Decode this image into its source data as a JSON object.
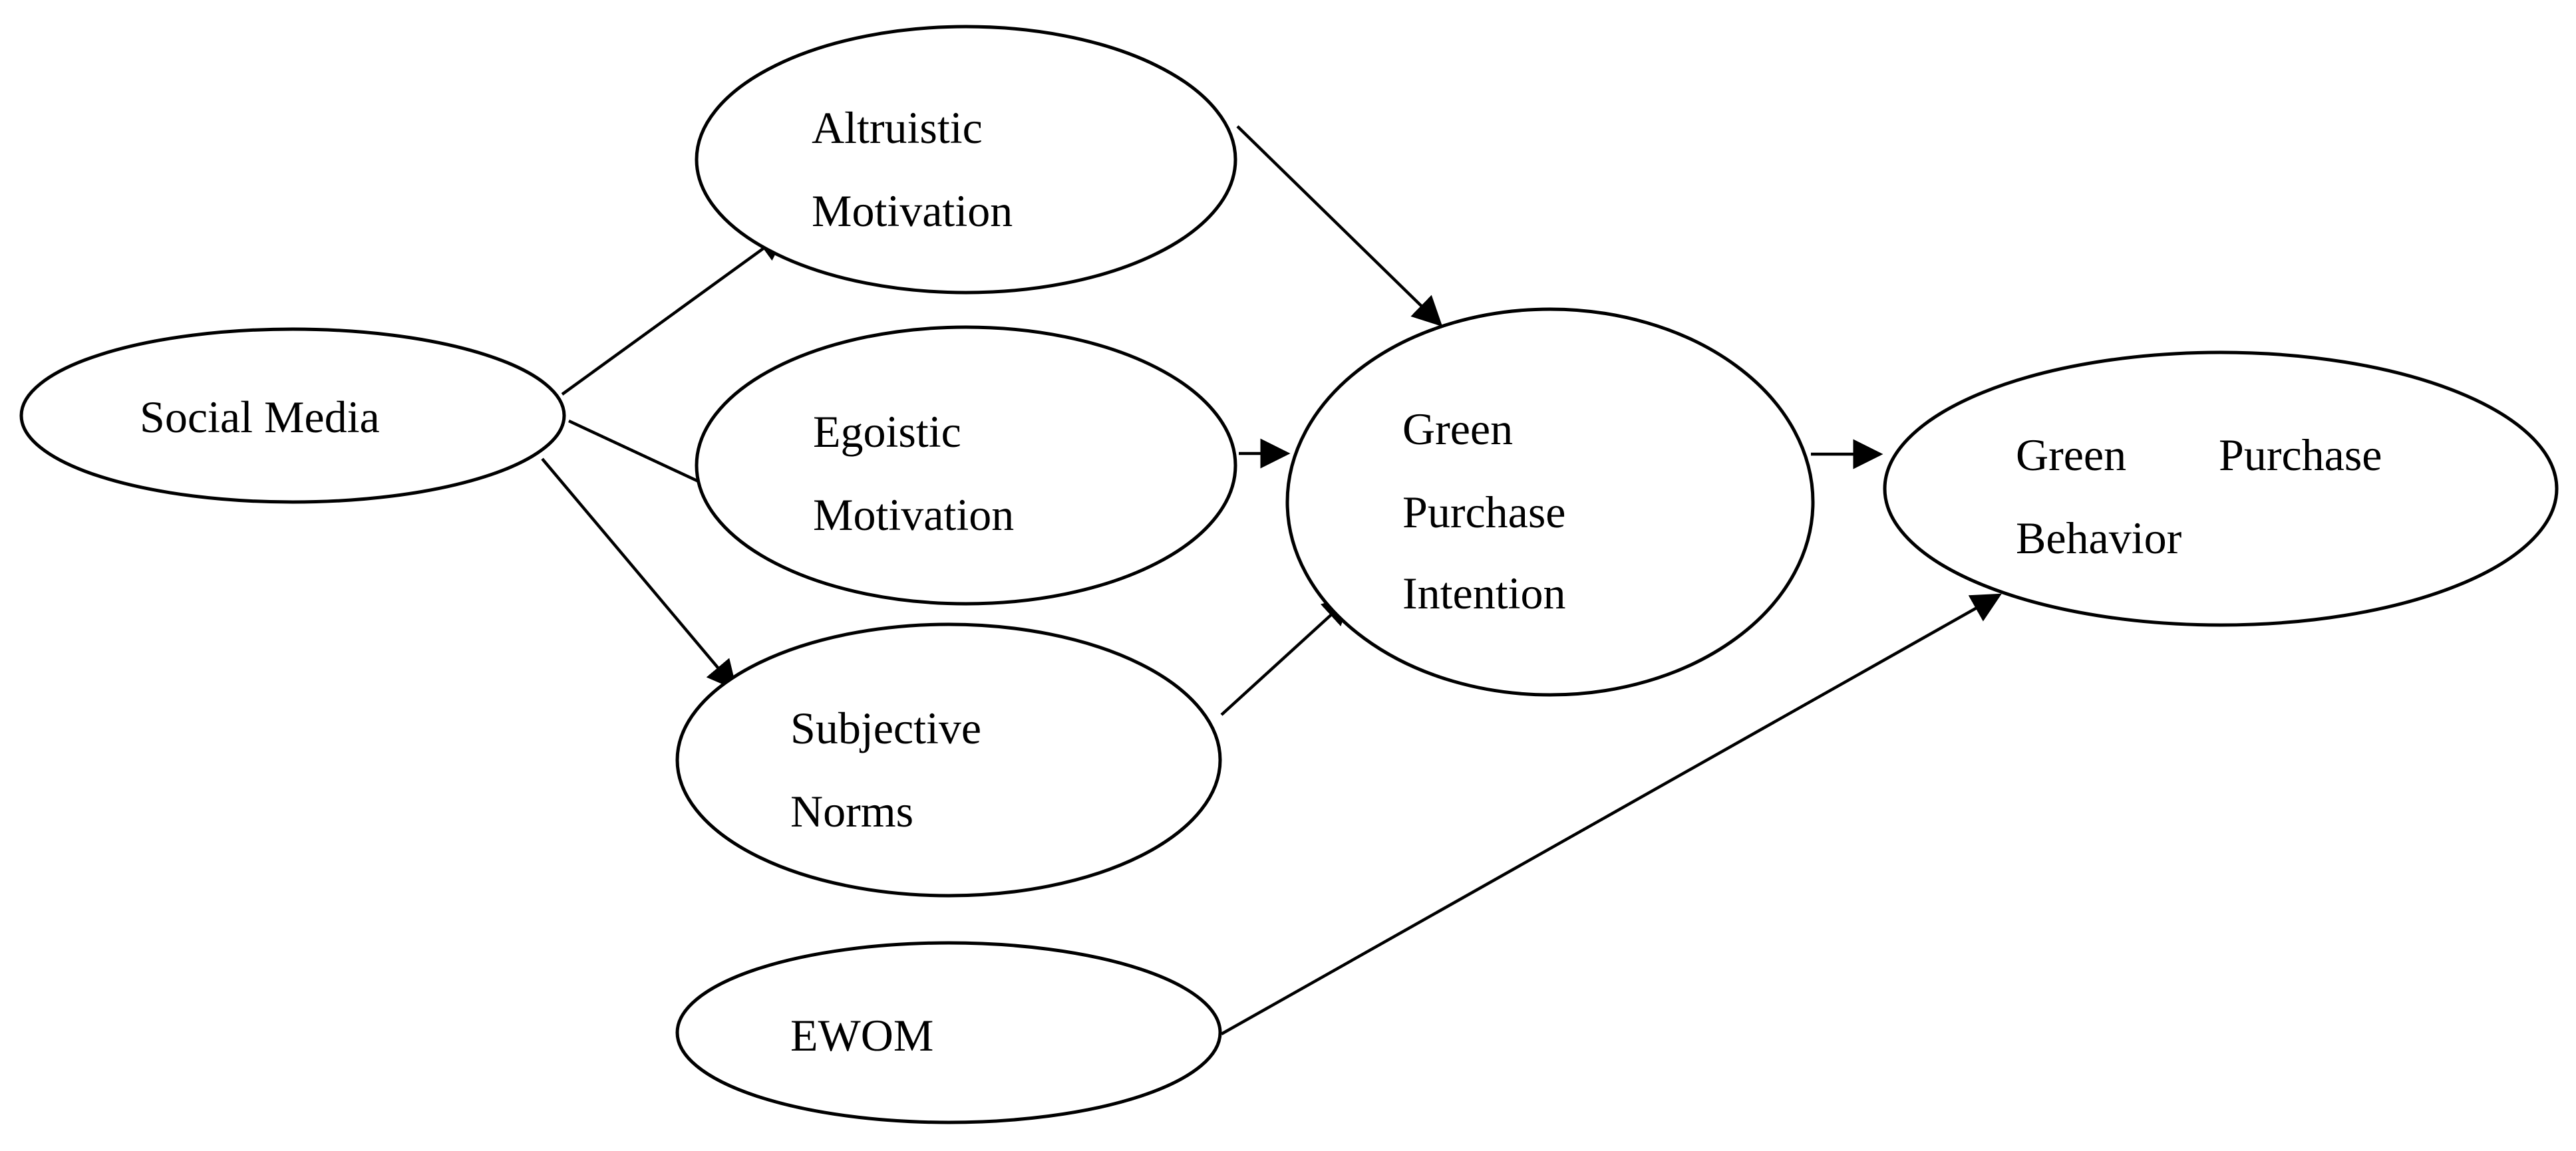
{
  "diagram": {
    "line_color": "#000000",
    "nodes": {
      "social_media": {
        "lines": [
          "Social Media"
        ]
      },
      "altruistic_motivation": {
        "lines": [
          "Altruistic",
          "Motivation"
        ]
      },
      "egoistic_motivation": {
        "lines": [
          "Egoistic",
          "Motivation"
        ]
      },
      "subjective_norms": {
        "lines": [
          "Subjective",
          "Norms"
        ]
      },
      "ewom": {
        "lines": [
          "EWOM"
        ]
      },
      "green_purchase_intention": {
        "lines": [
          "Green",
          "Purchase",
          "Intention"
        ]
      },
      "green_purchase_behavior": {
        "lines": [
          "Green",
          "Purchase",
          "Behavior"
        ]
      }
    },
    "edges": [
      {
        "from": "social_media",
        "to": "altruistic_motivation"
      },
      {
        "from": "social_media",
        "to": "egoistic_motivation"
      },
      {
        "from": "social_media",
        "to": "subjective_norms"
      },
      {
        "from": "altruistic_motivation",
        "to": "green_purchase_intention"
      },
      {
        "from": "egoistic_motivation",
        "to": "green_purchase_intention"
      },
      {
        "from": "subjective_norms",
        "to": "green_purchase_intention"
      },
      {
        "from": "green_purchase_intention",
        "to": "green_purchase_behavior"
      },
      {
        "from": "ewom",
        "to": "green_purchase_behavior"
      }
    ]
  }
}
